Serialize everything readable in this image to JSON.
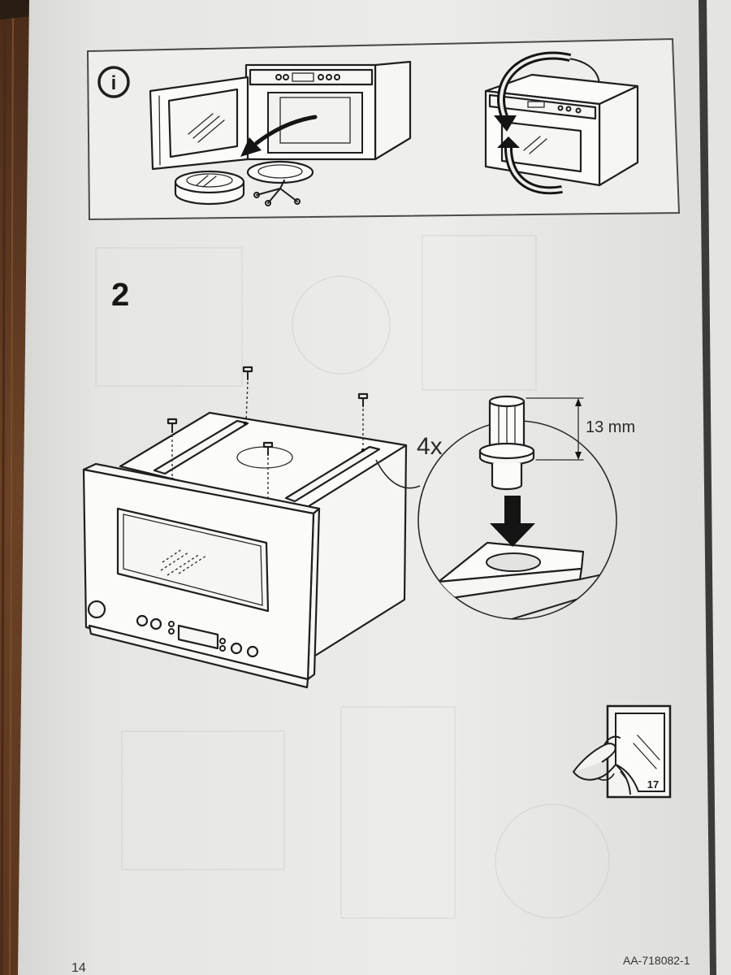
{
  "info_panel": {
    "info_icon_letter": "i"
  },
  "step": {
    "number": "2"
  },
  "callout": {
    "quantity": "4x",
    "pin_height": "13 mm"
  },
  "page_reference": {
    "page": "17"
  },
  "footer": {
    "page_number": "14",
    "document_code": "AA-718082-1"
  },
  "icons": {
    "info": "info-icon",
    "rotate": "rotate-arrow-icon",
    "down_arrow": "down-arrow-icon",
    "page_turn": "page-turn-icon"
  },
  "colors": {
    "ink": "#1f1f1f",
    "paper": "#e9e9e7",
    "wood": "#6b4226"
  }
}
